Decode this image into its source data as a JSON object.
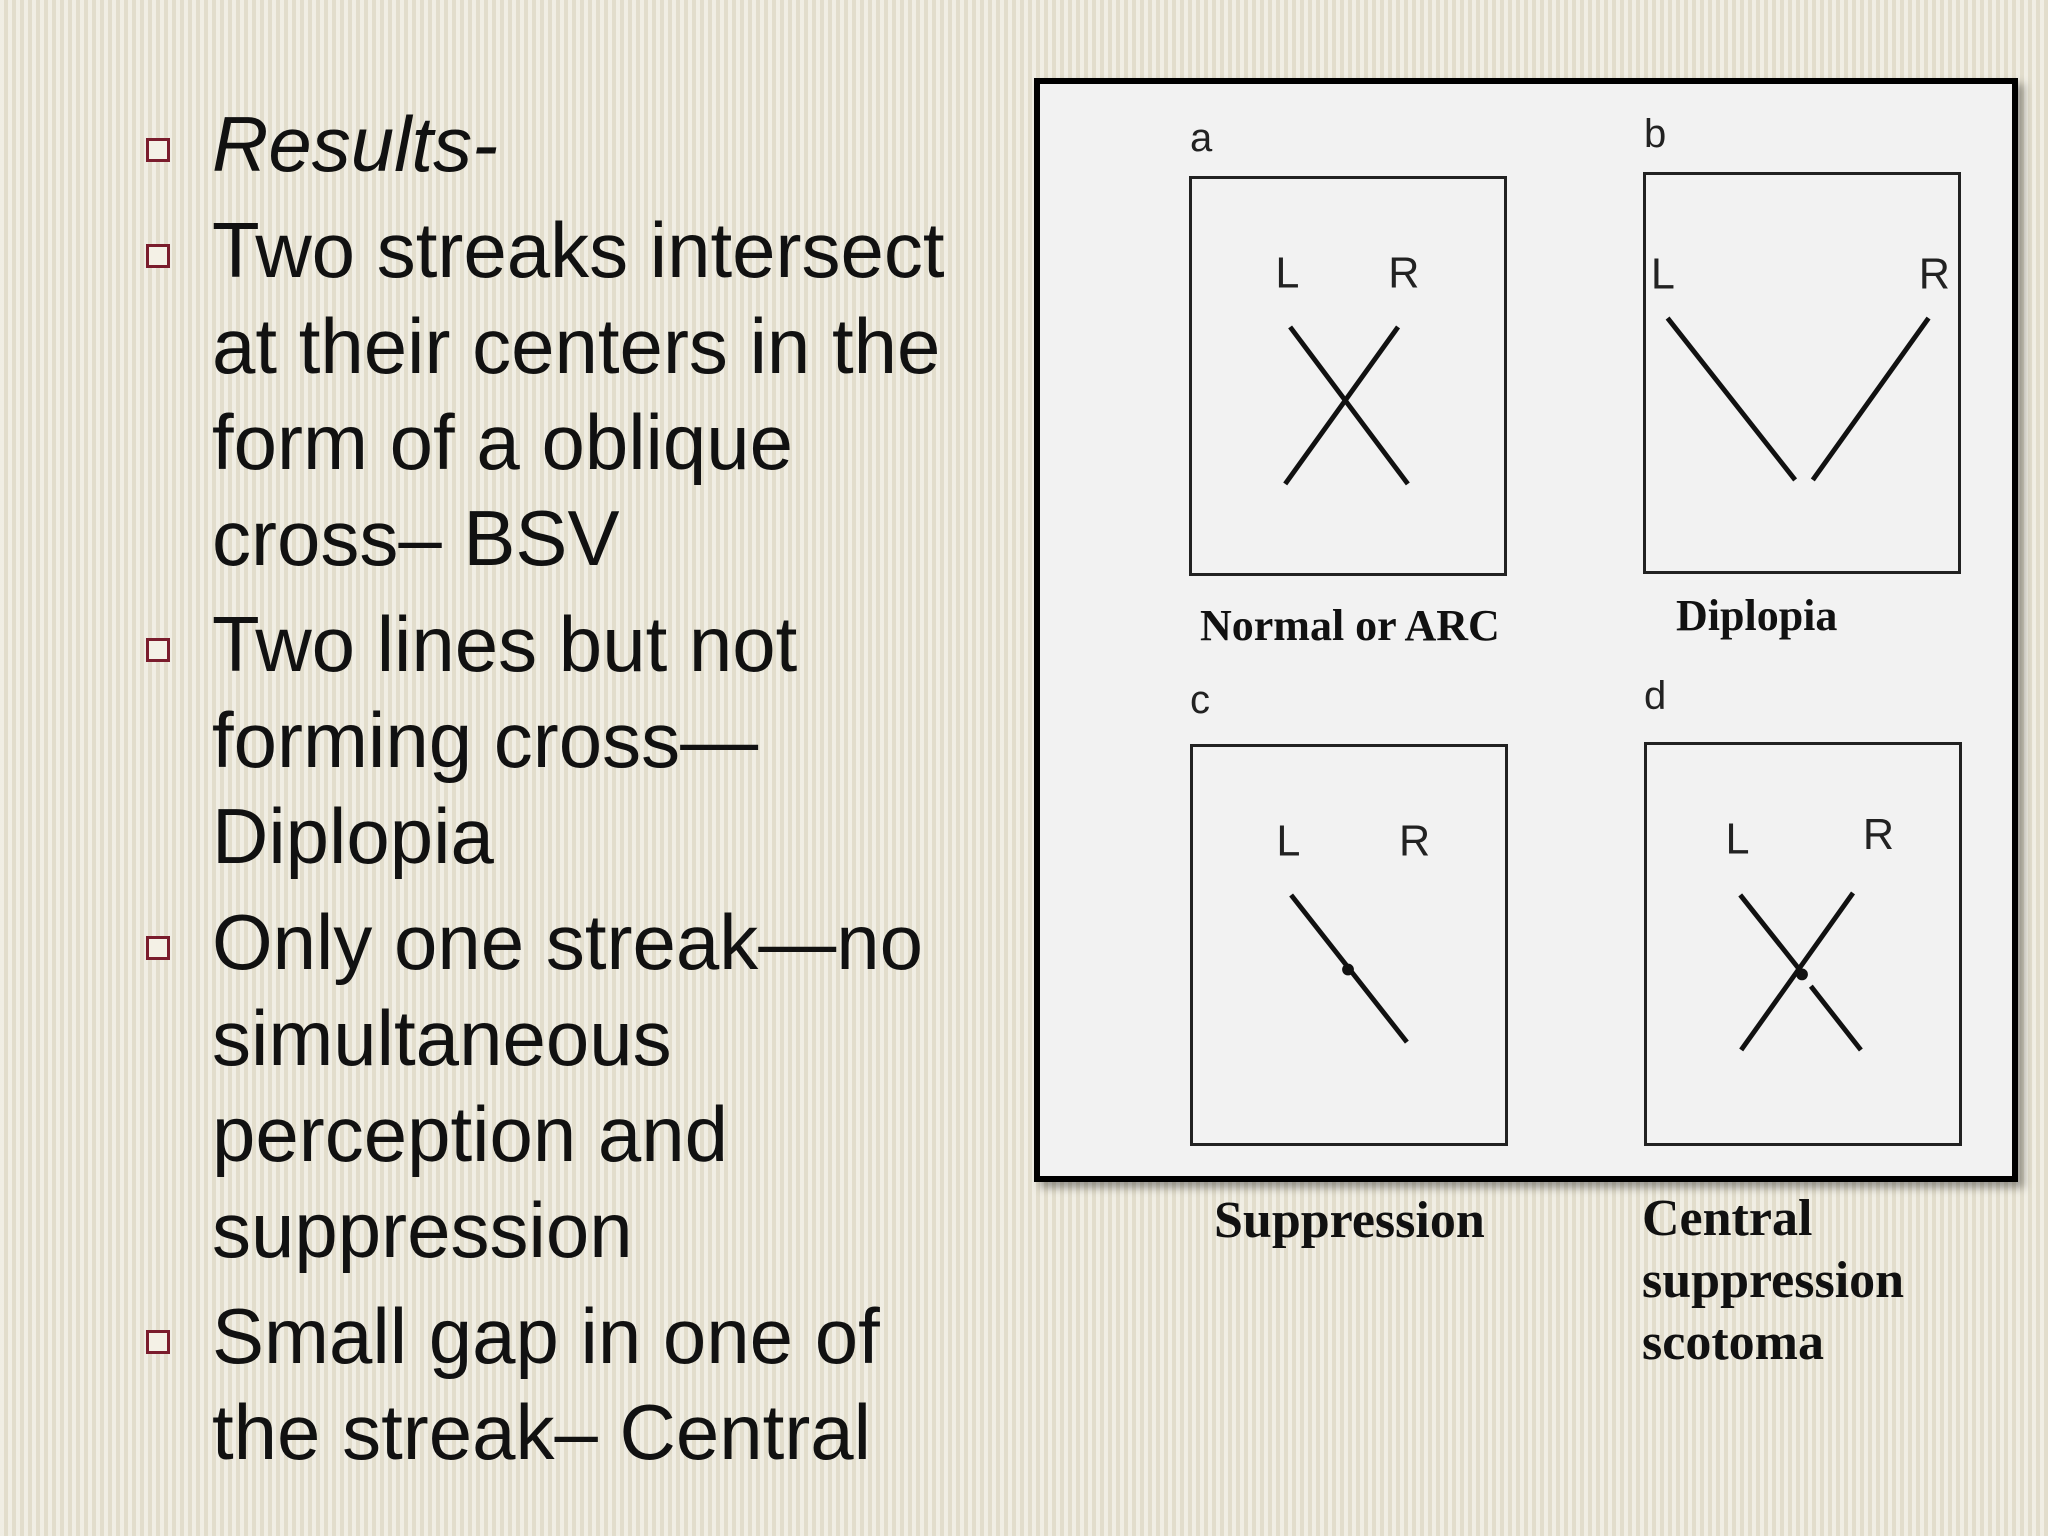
{
  "bullets": [
    {
      "text": "Results-",
      "italic": true
    },
    {
      "text": "Two streaks intersect at their centers in the form of a oblique cross– BSV"
    },
    {
      "text": "Two lines but not forming cross—Diplopia"
    },
    {
      "text": "Only one streak—no simultaneous perception and suppression"
    },
    {
      "text": "Small gap in one of the streak– Central"
    }
  ],
  "figure": {
    "panels": {
      "a": {
        "letter": "a",
        "left_label": "L",
        "right_label": "R",
        "caption": "Normal or ARC"
      },
      "b": {
        "letter": "b",
        "left_label": "L",
        "right_label": "R",
        "caption": "Diplopia"
      },
      "c": {
        "letter": "c",
        "left_label": "L",
        "right_label": "R",
        "caption": "Suppression"
      },
      "d": {
        "letter": "d",
        "left_label": "L",
        "right_label": "R",
        "caption": "Central suppression scotoma"
      }
    }
  },
  "colors": {
    "bullet_marker": "#7a1c2c",
    "background": "#e9e5d6"
  }
}
